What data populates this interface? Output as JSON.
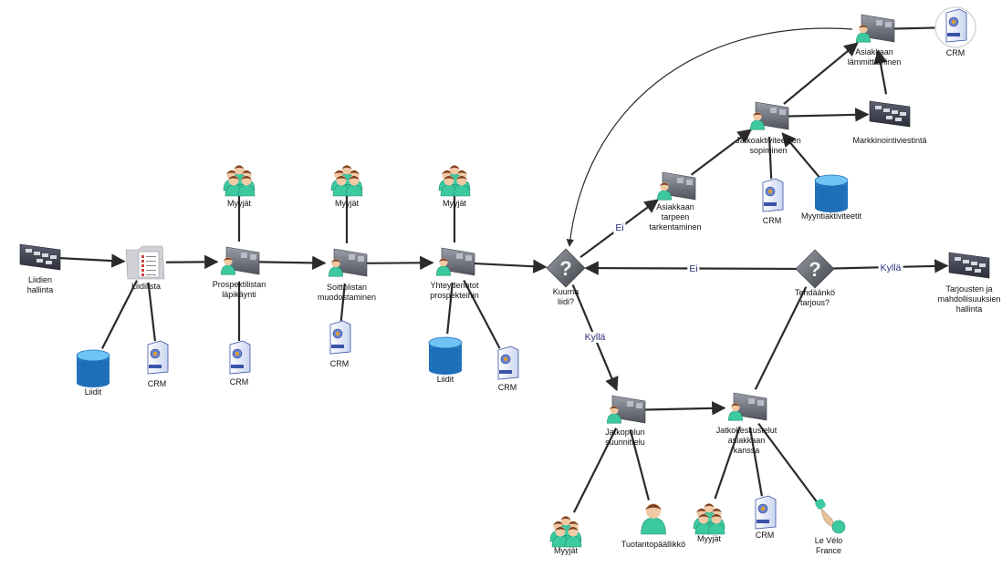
{
  "diagram": {
    "nodes": [
      {
        "id": "liidien_hallinta",
        "type": "process-map",
        "label": "Liidien\nhallinta"
      },
      {
        "id": "liidilista",
        "type": "document-folder",
        "label": "Liidilista"
      },
      {
        "id": "liidit_1",
        "type": "database",
        "label": "Liidit"
      },
      {
        "id": "crm_1",
        "type": "crm-server",
        "label": "CRM"
      },
      {
        "id": "prospektilistan",
        "type": "user-task",
        "label": "Prospektilistan\nläpikäynti"
      },
      {
        "id": "myyjat_1",
        "type": "group",
        "label": "Myyjät"
      },
      {
        "id": "crm_2",
        "type": "crm-server",
        "label": "CRM"
      },
      {
        "id": "soittolistan",
        "type": "user-task",
        "label": "Soittolistan\nmuodostaminen"
      },
      {
        "id": "myyjat_2",
        "type": "group",
        "label": "Myyjät"
      },
      {
        "id": "crm_3",
        "type": "crm-server",
        "label": "CRM"
      },
      {
        "id": "yhteydenotot",
        "type": "user-task",
        "label": "Yhteydenotot\nprospekteihin"
      },
      {
        "id": "myyjat_3",
        "type": "group",
        "label": "Myyjät"
      },
      {
        "id": "liidit_2",
        "type": "database",
        "label": "Liidit"
      },
      {
        "id": "crm_4",
        "type": "crm-server",
        "label": "CRM"
      },
      {
        "id": "kuuma_liidi",
        "type": "decision",
        "label": "Kuuma\nliidi?"
      },
      {
        "id": "tarpeen",
        "type": "user-task",
        "label": "Asiakkaan\ntarpeen\ntarkentaminen"
      },
      {
        "id": "jatkoaktiviteettien",
        "type": "user-task",
        "label": "Jatkoaktiviteettien\nsopiminen"
      },
      {
        "id": "crm_5",
        "type": "crm-server",
        "label": "CRM"
      },
      {
        "id": "myyntiaktiviteetit",
        "type": "database",
        "label": "Myyntiaktiviteetit"
      },
      {
        "id": "lammittaminen",
        "type": "user-task",
        "label": "Asiakkaan\nlämmittäminen"
      },
      {
        "id": "crm_6",
        "type": "crm-server-circle",
        "label": "CRM"
      },
      {
        "id": "markkinointi",
        "type": "process-map",
        "label": "Markkinointiviestintä"
      },
      {
        "id": "tehdaanko",
        "type": "decision",
        "label": "Tehdäänkö\ntarjous?"
      },
      {
        "id": "tarjousten",
        "type": "process-map",
        "label": "Tarjousten ja\nmahdollisuuksien\nhallinta"
      },
      {
        "id": "jatkopolun",
        "type": "user-task",
        "label": "Jatkopolun\nsuunnittelu"
      },
      {
        "id": "myyjat_4",
        "type": "group",
        "label": "Myyjät"
      },
      {
        "id": "tuotantopaallikko",
        "type": "person",
        "label": "Tuotantopäällikkö"
      },
      {
        "id": "jatkokeskustelut",
        "type": "user-task",
        "label": "Jatkokeskustelut\nasiakkaan\nkanssa"
      },
      {
        "id": "myyjat_5",
        "type": "group",
        "label": "Myyjät"
      },
      {
        "id": "crm_7",
        "type": "crm-server",
        "label": "CRM"
      },
      {
        "id": "levelo",
        "type": "handshake",
        "label": "Le Vélo\nFrance"
      }
    ],
    "edges": [
      {
        "from": "liidien_hallinta",
        "to": "liidilista",
        "arrow": true,
        "label": ""
      },
      {
        "from": "liidilista",
        "to": "prospektilistan",
        "arrow": true,
        "label": ""
      },
      {
        "from": "liidilista",
        "to": "liidit_1",
        "arrow": false,
        "label": ""
      },
      {
        "from": "liidilista",
        "to": "crm_1",
        "arrow": false,
        "label": ""
      },
      {
        "from": "prospektilistan",
        "to": "myyjat_1",
        "arrow": false,
        "label": ""
      },
      {
        "from": "prospektilistan",
        "to": "crm_2",
        "arrow": false,
        "label": ""
      },
      {
        "from": "prospektilistan",
        "to": "soittolistan",
        "arrow": true,
        "label": ""
      },
      {
        "from": "soittolistan",
        "to": "myyjat_2",
        "arrow": false,
        "label": ""
      },
      {
        "from": "soittolistan",
        "to": "crm_3",
        "arrow": false,
        "label": ""
      },
      {
        "from": "soittolistan",
        "to": "yhteydenotot",
        "arrow": true,
        "label": ""
      },
      {
        "from": "yhteydenotot",
        "to": "myyjat_3",
        "arrow": false,
        "label": ""
      },
      {
        "from": "yhteydenotot",
        "to": "liidit_2",
        "arrow": false,
        "label": ""
      },
      {
        "from": "yhteydenotot",
        "to": "crm_4",
        "arrow": false,
        "label": ""
      },
      {
        "from": "yhteydenotot",
        "to": "kuuma_liidi",
        "arrow": true,
        "label": ""
      },
      {
        "from": "kuuma_liidi",
        "to": "tarpeen",
        "arrow": true,
        "label": "Ei"
      },
      {
        "from": "kuuma_liidi",
        "to": "jatkopolun",
        "arrow": true,
        "label": "Kyllä"
      },
      {
        "from": "tarpeen",
        "to": "jatkoaktiviteettien",
        "arrow": true,
        "label": ""
      },
      {
        "from": "jatkoaktiviteettien",
        "to": "lammittaminen",
        "arrow": true,
        "label": ""
      },
      {
        "from": "jatkoaktiviteettien",
        "to": "markkinointi",
        "arrow": true,
        "label": ""
      },
      {
        "from": "jatkoaktiviteettien",
        "to": "crm_5",
        "arrow": false,
        "label": ""
      },
      {
        "from": "myyntiaktiviteetit",
        "to": "jatkoaktiviteettien",
        "arrow": true,
        "label": ""
      },
      {
        "from": "lammittaminen",
        "to": "crm_6",
        "arrow": false,
        "label": ""
      },
      {
        "from": "markkinointi",
        "to": "lammittaminen",
        "arrow": true,
        "label": ""
      },
      {
        "from": "lammittaminen",
        "to": "kuuma_liidi",
        "arrow": true,
        "label": "",
        "curved": true
      },
      {
        "from": "tehdaanko",
        "to": "kuuma_liidi",
        "arrow": true,
        "label": "Ei"
      },
      {
        "from": "tehdaanko",
        "to": "tarjousten",
        "arrow": true,
        "label": "Kyllä"
      },
      {
        "from": "jatkopolun",
        "to": "jatkokeskustelut",
        "arrow": true,
        "label": ""
      },
      {
        "from": "jatkopolun",
        "to": "myyjat_4",
        "arrow": false,
        "label": ""
      },
      {
        "from": "jatkopolun",
        "to": "tuotantopaallikko",
        "arrow": false,
        "label": ""
      },
      {
        "from": "jatkokeskustelut",
        "to": "tehdaanko",
        "arrow": false,
        "label": ""
      },
      {
        "from": "jatkokeskustelut",
        "to": "myyjat_5",
        "arrow": false,
        "label": ""
      },
      {
        "from": "jatkokeskustelut",
        "to": "crm_7",
        "arrow": false,
        "label": ""
      },
      {
        "from": "jatkokeskustelut",
        "to": "levelo",
        "arrow": false,
        "label": ""
      }
    ]
  },
  "colors": {
    "edge": "#2b2b2b",
    "edge_label": "#2b2f7a",
    "database": "#2f8fd6",
    "person_shirt": "#3cc9a0",
    "card": "#6b6f7c",
    "decision": "#5b5e68"
  }
}
